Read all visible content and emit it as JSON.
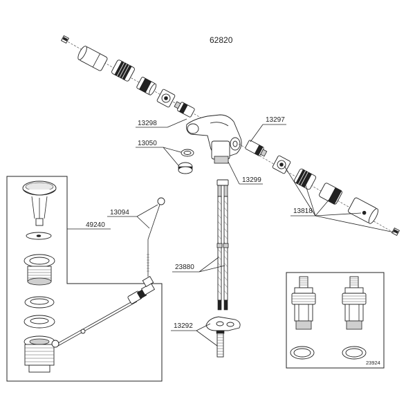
{
  "diagram": {
    "title": "62820",
    "labels": {
      "p13298": "13298",
      "p13050": "13050",
      "p13297": "13297",
      "p13299": "13299",
      "p13818": "13818",
      "p13094": "13094",
      "p49240": "49240",
      "p23880": "23880",
      "p13292": "13292",
      "p23924": "23924"
    }
  }
}
